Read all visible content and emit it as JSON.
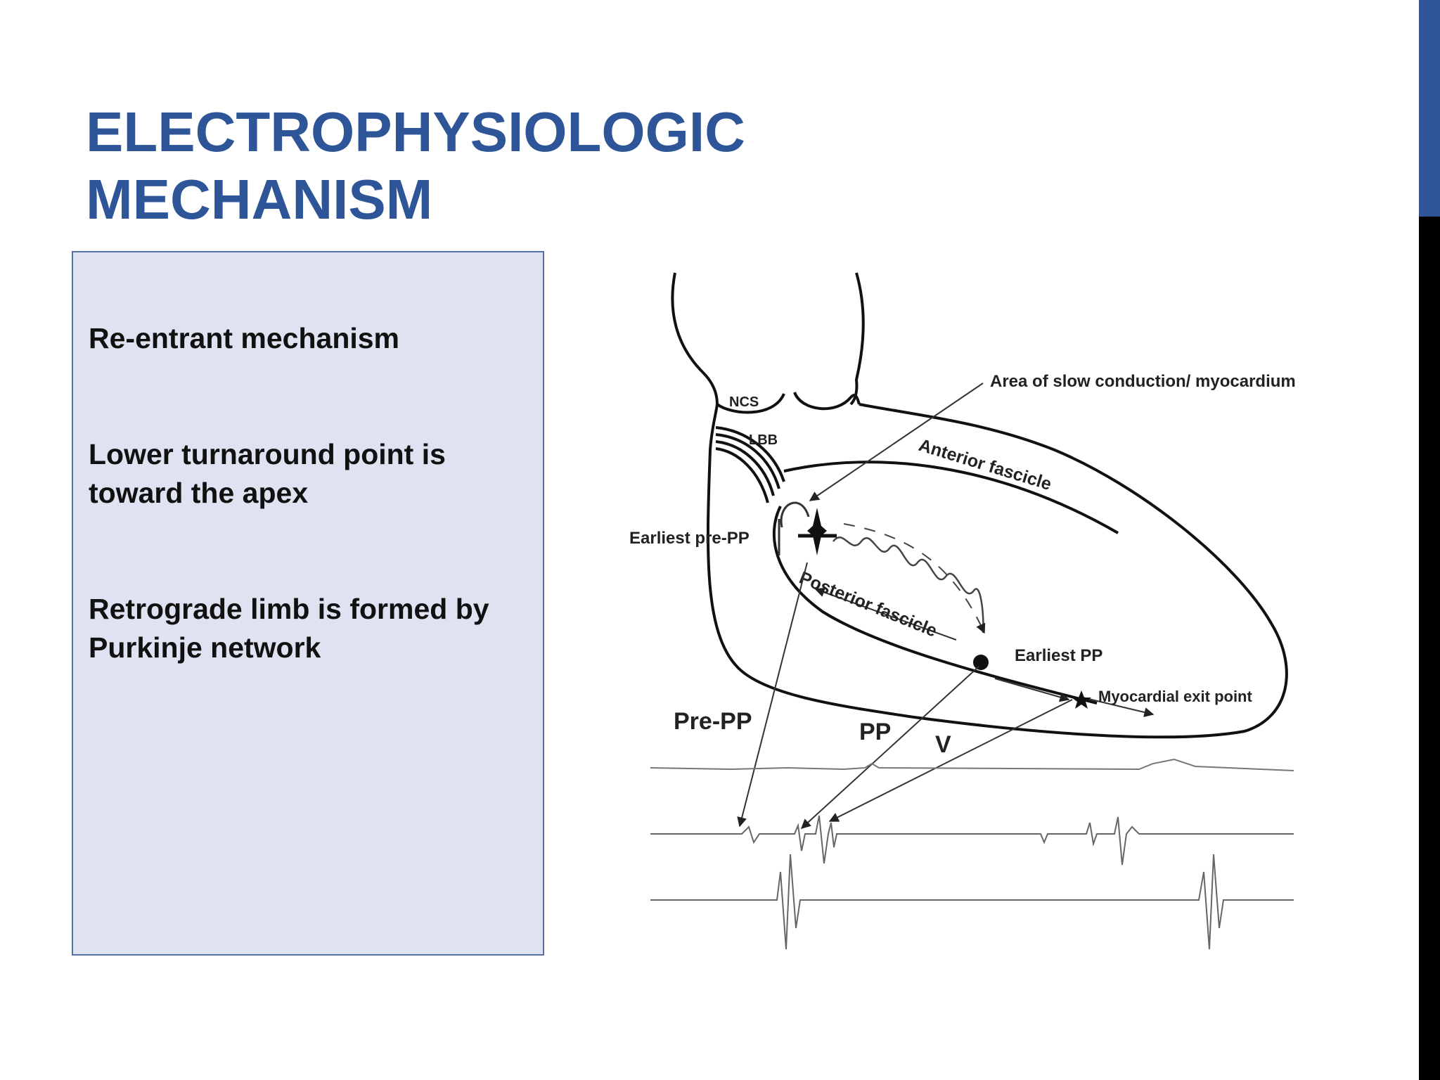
{
  "slide": {
    "title_lines": [
      "ELECTROPHYSIOLOGIC",
      "MECHANISM"
    ],
    "accent_color": "#2e5597",
    "box_color": "#dfe3f1"
  },
  "bullets": [
    "Re-entrant mechanism",
    "Lower turnaround point is toward the apex",
    "Retrograde limb is formed by Purkinje network"
  ],
  "diagram": {
    "labels": {
      "ncs": "NCS",
      "lbb": "LBB",
      "slow_conduction": "Area of slow conduction/ myocardium",
      "anterior_fascicle": "Anterior fascicle",
      "posterior_fascicle": "Posterior fascicle",
      "earliest_pre_pp": "Earliest pre-PP",
      "earliest_pp": "Earliest PP",
      "exit_point": "Myocardial exit point",
      "pre_pp": "Pre-PP",
      "pp": "PP",
      "v": "V"
    }
  }
}
